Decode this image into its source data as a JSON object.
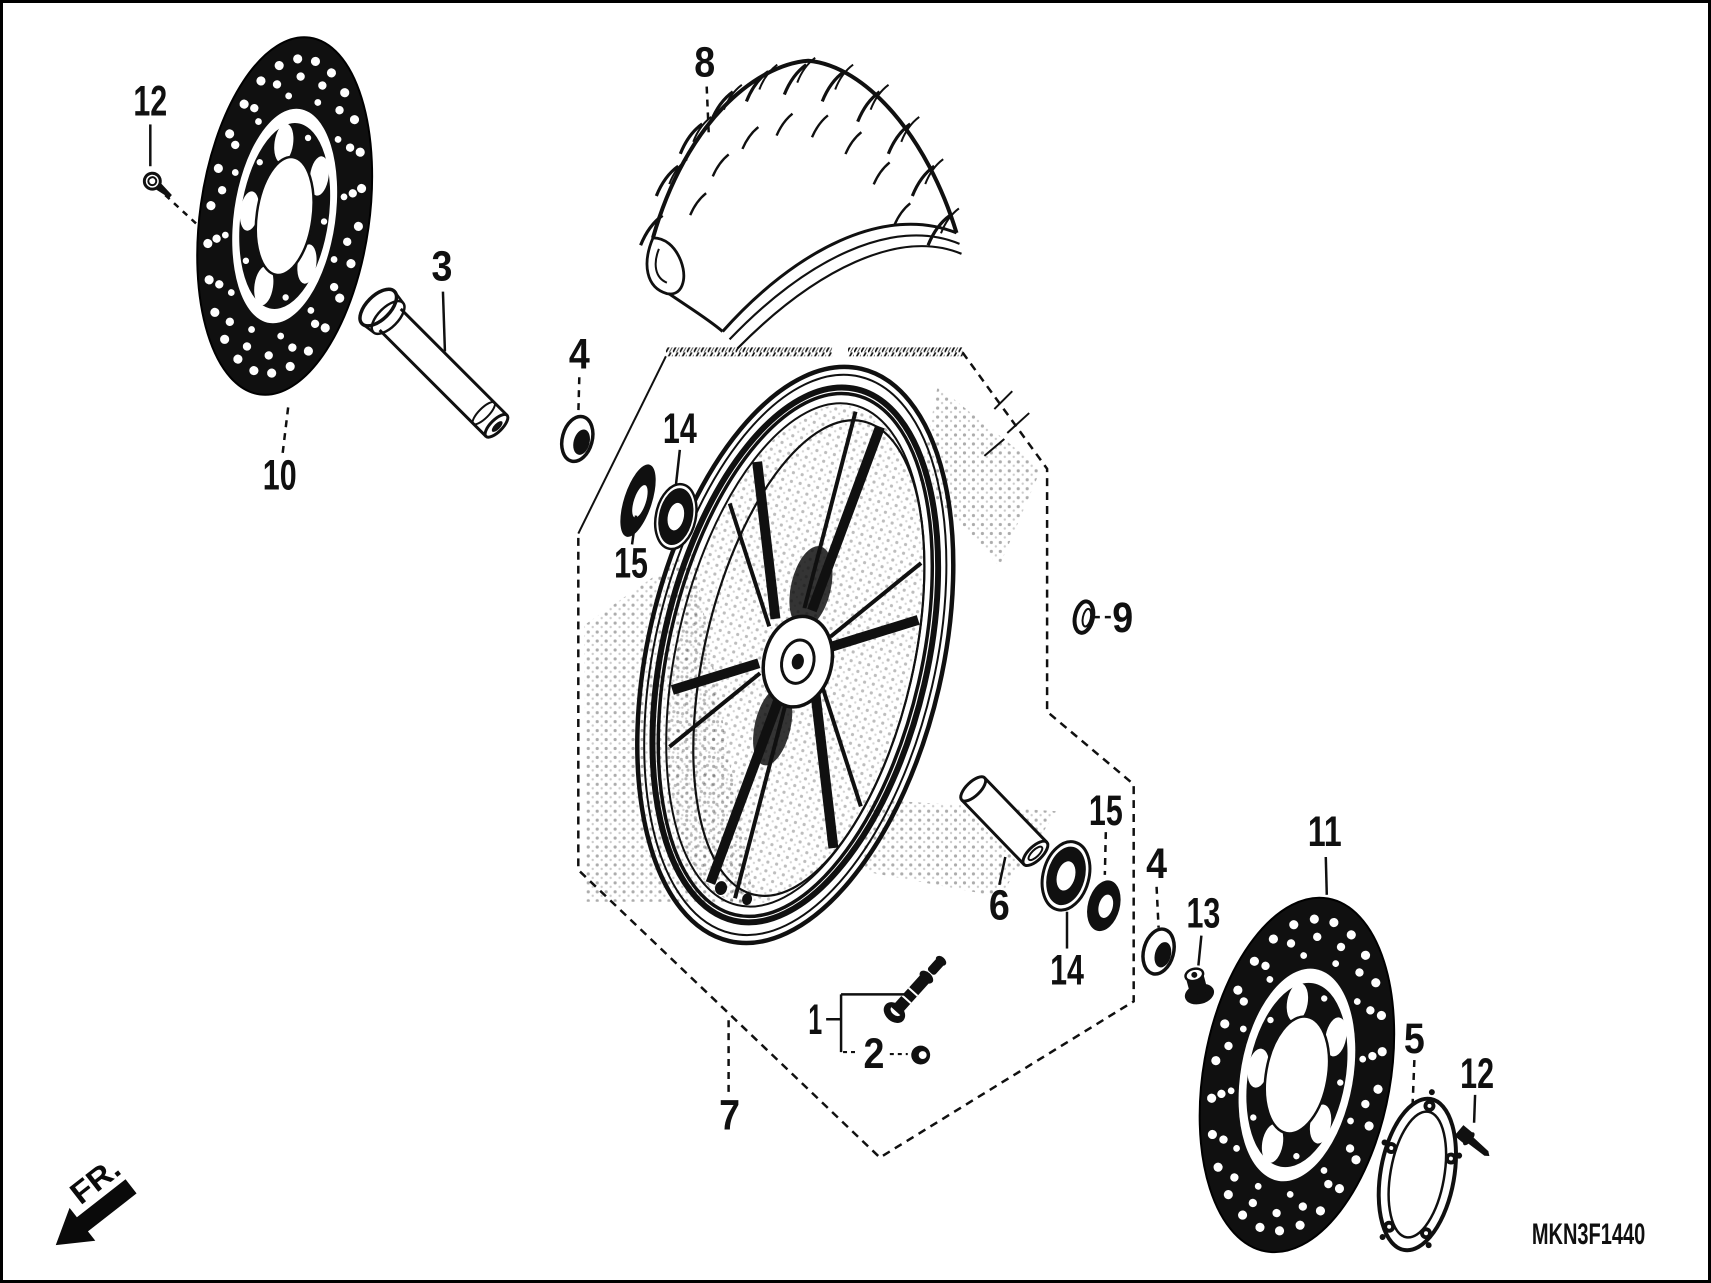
{
  "diagram": {
    "code": "MKN3F1440",
    "front_marker": "FR.",
    "ink_color": "#101010",
    "paper_color": "#ffffff",
    "callouts": [
      {
        "id": "12-left",
        "label": "12"
      },
      {
        "id": "10",
        "label": "10"
      },
      {
        "id": "3",
        "label": "3"
      },
      {
        "id": "4-left",
        "label": "4"
      },
      {
        "id": "8",
        "label": "8"
      },
      {
        "id": "14-left",
        "label": "14"
      },
      {
        "id": "15-left",
        "label": "15"
      },
      {
        "id": "9",
        "label": "9"
      },
      {
        "id": "6",
        "label": "6"
      },
      {
        "id": "15-right",
        "label": "15"
      },
      {
        "id": "14-right",
        "label": "14"
      },
      {
        "id": "4-right",
        "label": "4"
      },
      {
        "id": "13",
        "label": "13"
      },
      {
        "id": "11",
        "label": "11"
      },
      {
        "id": "5",
        "label": "5"
      },
      {
        "id": "12-right",
        "label": "12"
      },
      {
        "id": "1",
        "label": "1"
      },
      {
        "id": "2",
        "label": "2"
      },
      {
        "id": "7",
        "label": "7"
      }
    ]
  }
}
